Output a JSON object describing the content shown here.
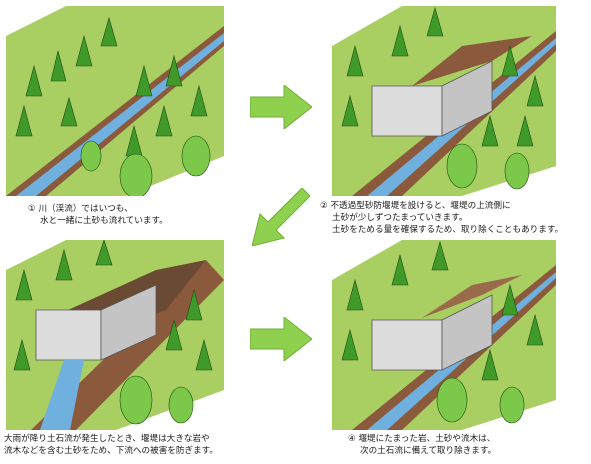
{
  "steps": [
    {
      "number": "①",
      "lines": [
        "川（渓流）ではいつも、",
        "水と一緒に土砂も流れています。"
      ]
    },
    {
      "number": "②",
      "lines": [
        "不透過型砂防堰堤を設けると、堰堤の上流側に",
        "土砂が少しずつたまっていきます。",
        "土砂をためる量を確保するため、取り除くこともあります。"
      ]
    },
    {
      "number": "",
      "lines": [
        "大雨が降り土石流が発生したとき、堰堤は大きな岩や",
        "流木などを含む土砂をため、下流への被害を防ぎます。"
      ]
    },
    {
      "number": "④",
      "lines": [
        "堰堤にたまった岩、土砂や流木は、",
        "次の土石流に備えて取り除きます。"
      ]
    }
  ],
  "colors": {
    "arrow": "#8fd14f",
    "tree": "#3f9a2a",
    "tree_light": "#7cc84a",
    "ground": "#a9ce62",
    "water": "#6fb0df",
    "dam": "#dcdcdc",
    "sediment": "#8b5a3c"
  }
}
